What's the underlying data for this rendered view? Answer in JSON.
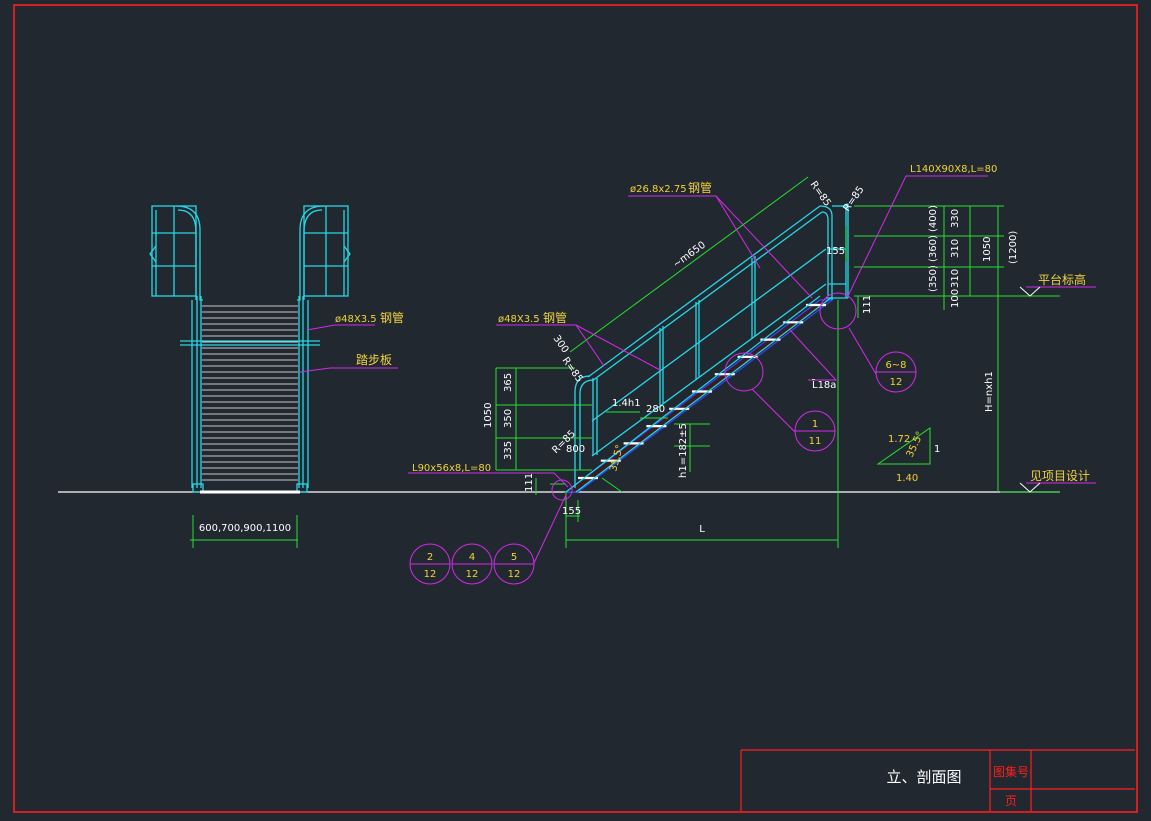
{
  "colors": {
    "background": "#212830",
    "frame": "#ff1f1f",
    "handrail": "#26d7e6",
    "dimension": "#25e12c",
    "leader": "#d22be8",
    "text_yellow": "#f1d33b",
    "text_white": "#ffffff",
    "tread_fill": "#3a1d1d",
    "tread_edge": "#2b4cff"
  },
  "front_view": {
    "width_dim": "600,700,900,1100",
    "pipe_label": "ø48X3.5",
    "pipe_cn": "钢管",
    "tread_label": "踏步板"
  },
  "side_view": {
    "top_pipe_label": "ø26.8x2.75",
    "top_pipe_cn": "钢管",
    "top_angle_label": "L140X90X8,L=80",
    "rail_length": "~m650",
    "radius_top1": "R=85",
    "radius_top2": "R=85",
    "left_pipe_label": "ø48X3.5",
    "left_pipe_cn": "钢管",
    "dim_300": "300",
    "radius_left": "R=85",
    "left_heights": [
      "365",
      "350",
      "335"
    ],
    "left_total": "1050",
    "radius_low": "R=85",
    "dim_800": "800",
    "bottom_angle_label": "L90x56x8,L=80",
    "dim_111_left": "111",
    "dim_155_left": "155",
    "dim_155_top": "155",
    "dim_111_right": "111",
    "dim_14h1": "1.4h1",
    "dim_280": "280",
    "dim_h1": "h1=182±5",
    "angle": "35.5°",
    "channel": "L̃18a",
    "dim_L": "L",
    "right_heights": [
      "330",
      "310",
      "310",
      "100"
    ],
    "right_alt": [
      "(400)",
      "(360)",
      "(350)"
    ],
    "right_total": "1050",
    "right_total_alt": "(1200)",
    "h_total": "H=nxh1",
    "platform_cn": "平台标高",
    "project_cn": "见项目设计",
    "slope": {
      "a": "1.72",
      "b": "1.40",
      "c": "1",
      "angle": "35.5°"
    }
  },
  "callouts": [
    {
      "top": "1",
      "bottom": "11"
    },
    {
      "top": "6~8",
      "bottom": "12"
    },
    {
      "top": "2",
      "bottom": "12"
    },
    {
      "top": "4",
      "bottom": "12"
    },
    {
      "top": "5",
      "bottom": "12"
    }
  ],
  "title_block": {
    "title": "立、剖面图",
    "atlas_label": "图集号",
    "page_label": "页"
  }
}
